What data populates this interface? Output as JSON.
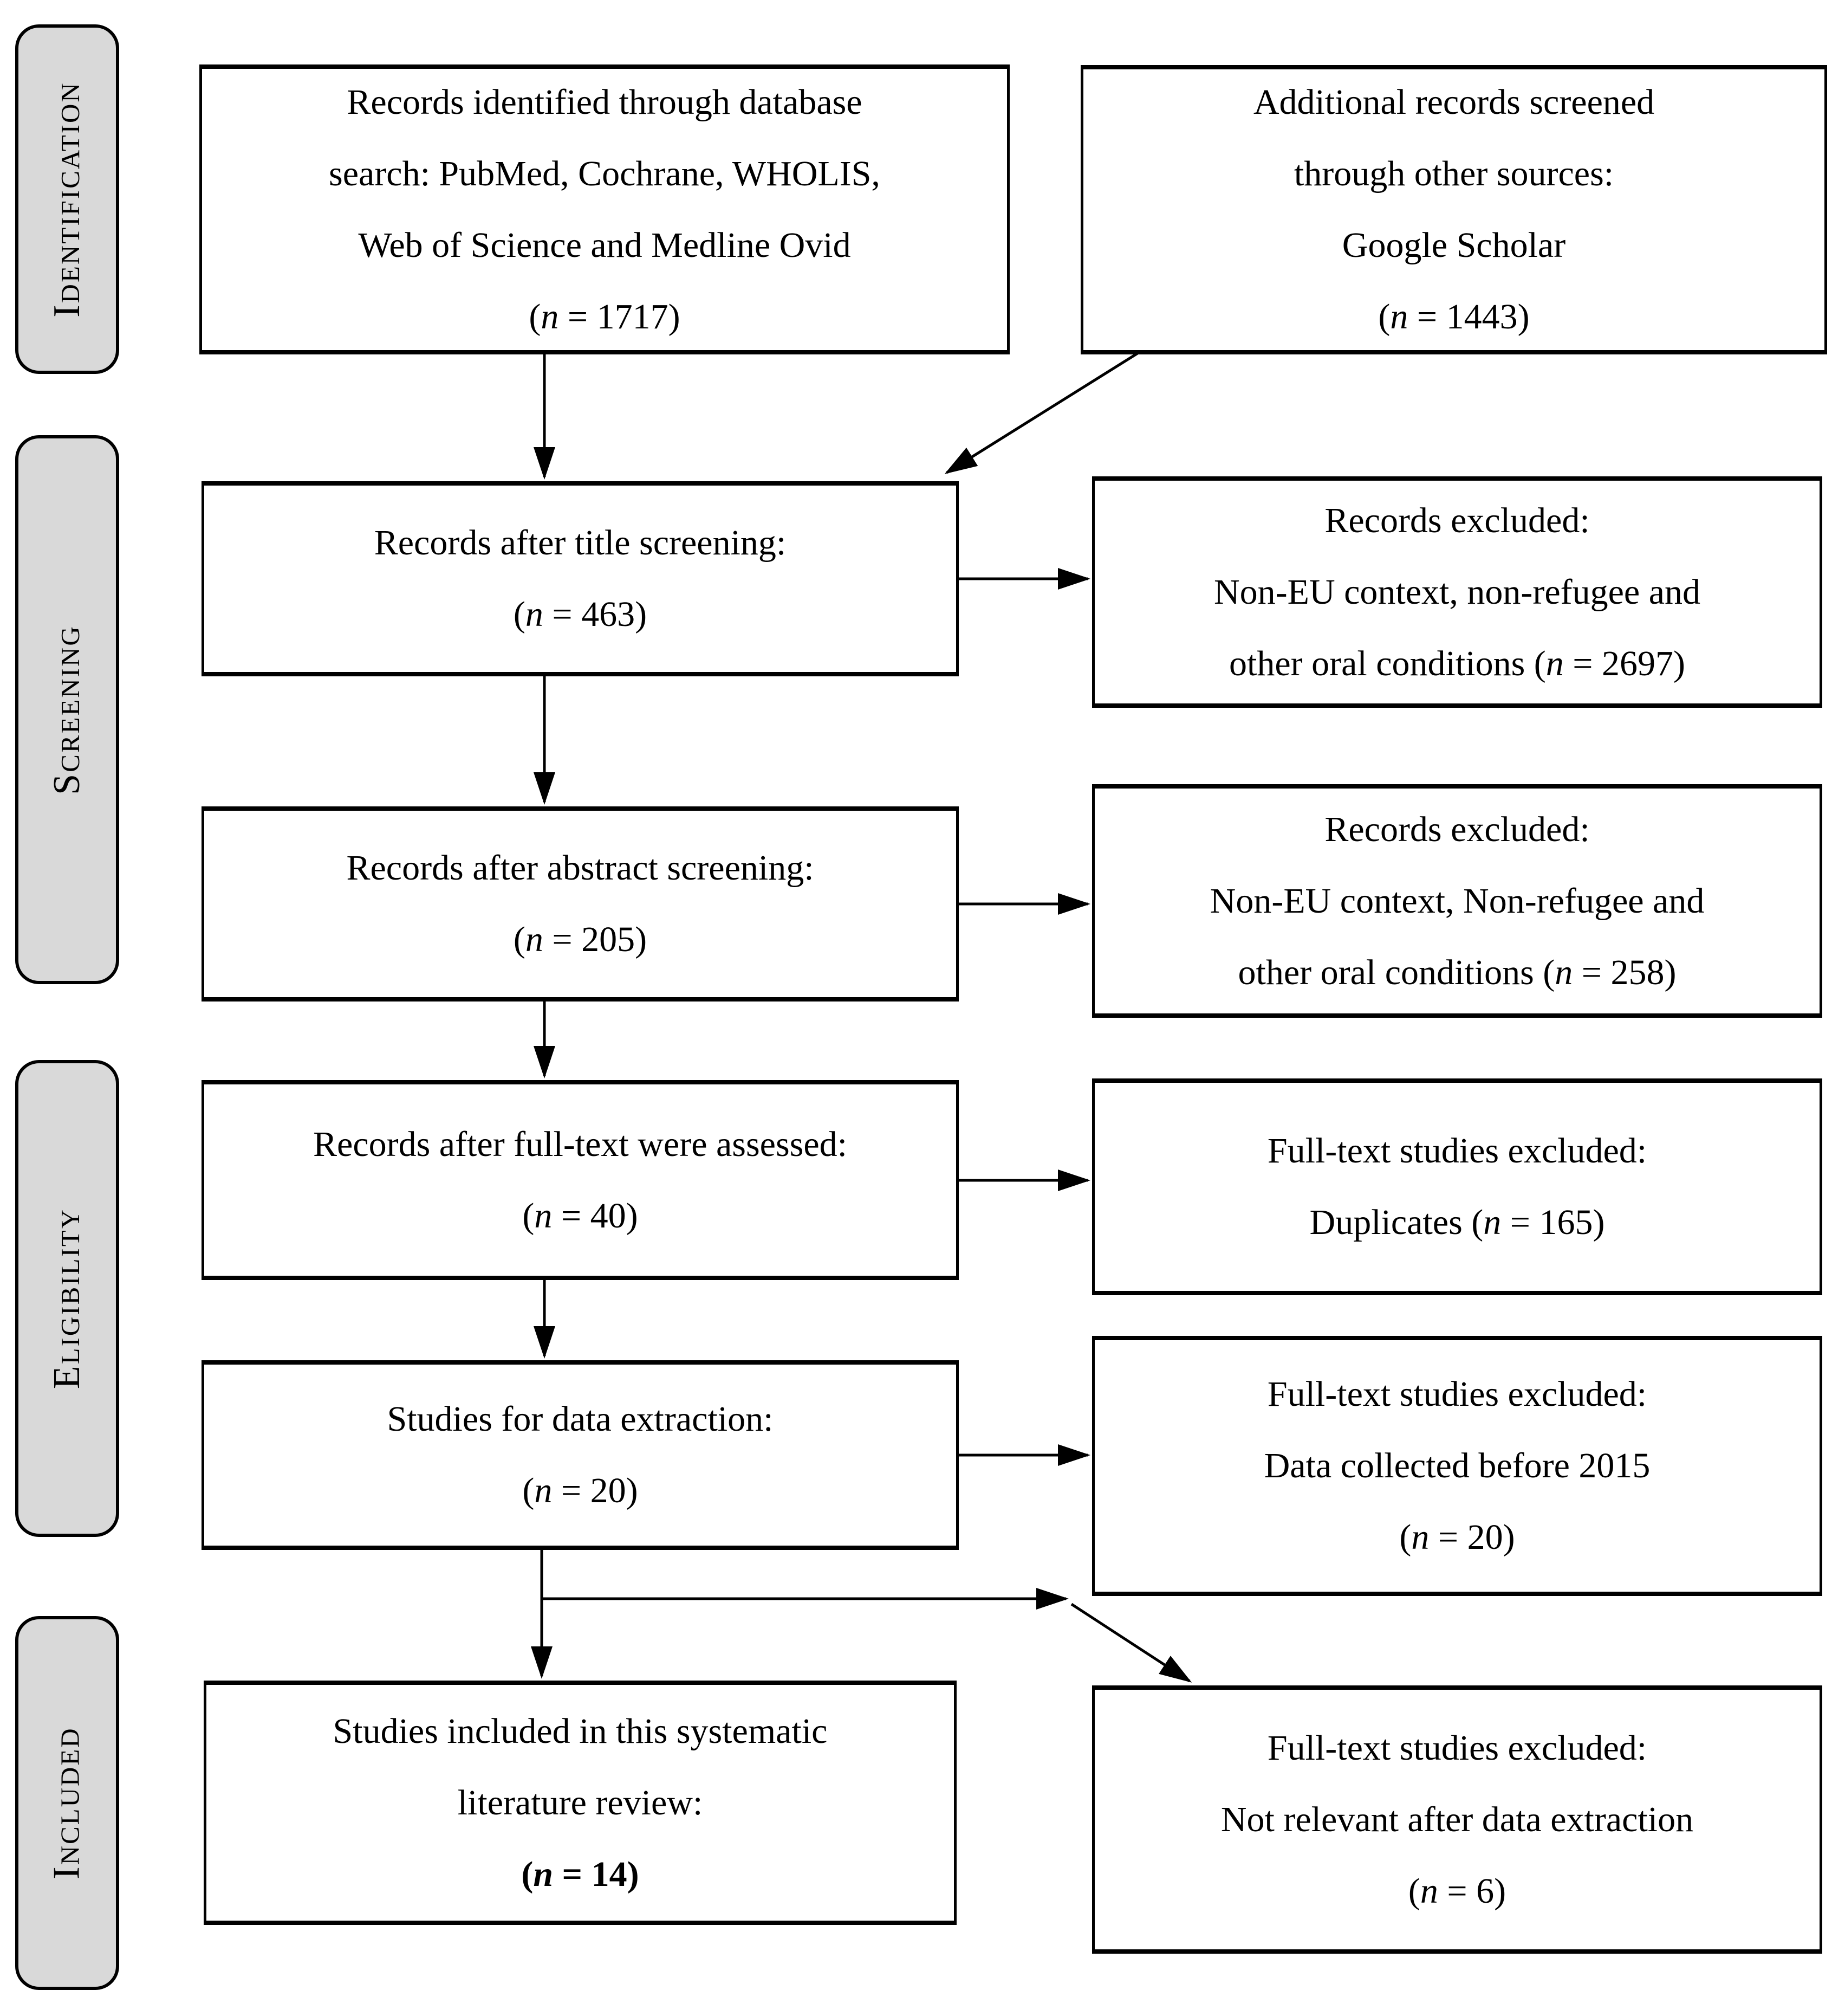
{
  "stages": [
    {
      "label": "Identification"
    },
    {
      "label": "Screening"
    },
    {
      "label": "Eligibility"
    },
    {
      "label": "Included"
    }
  ],
  "boxes": {
    "identified": {
      "lines": [
        "Records identified through database",
        "search: PubMed, Cochrane, WHOLIS,",
        "Web of Science and Medline Ovid",
        "(n = 1717)"
      ]
    },
    "other_sources": {
      "lines": [
        "Additional records screened",
        "through other sources:",
        "Google Scholar",
        "(n = 1443)"
      ]
    },
    "title_screening": {
      "lines": [
        "Records after title screening:",
        "(n = 463)"
      ]
    },
    "excluded_title": {
      "lines": [
        "Records excluded:",
        "Non-EU context, non-refugee and",
        "other oral conditions (n = 2697)"
      ]
    },
    "abstract_screening": {
      "lines": [
        "Records after abstract screening:",
        "(n = 205)"
      ]
    },
    "excluded_abstract": {
      "lines": [
        "Records excluded:",
        "Non-EU context, Non-refugee and",
        "other oral conditions (n = 258)"
      ]
    },
    "fulltext_assessed": {
      "lines": [
        "Records after full-text were assessed:",
        "(n = 40)"
      ]
    },
    "excluded_duplicates": {
      "lines": [
        "Full-text studies excluded:",
        "Duplicates (n = 165)"
      ]
    },
    "data_extraction": {
      "lines": [
        "Studies for data extraction:",
        "(n = 20)"
      ]
    },
    "excluded_before_2015": {
      "lines": [
        "Full-text studies excluded:",
        "Data collected before 2015",
        "(n = 20)"
      ]
    },
    "included_review": {
      "lines": [
        "Studies included in this systematic",
        "literature review:",
        "(n = 14)"
      ],
      "bold_line_index": 2
    },
    "excluded_not_relevant": {
      "lines": [
        "Full-text studies excluded:",
        "Not relevant after data extraction",
        "(n = 6)"
      ]
    }
  },
  "colors": {
    "stage_fill": "#d9d9d9",
    "border": "#000000",
    "background": "#ffffff"
  }
}
